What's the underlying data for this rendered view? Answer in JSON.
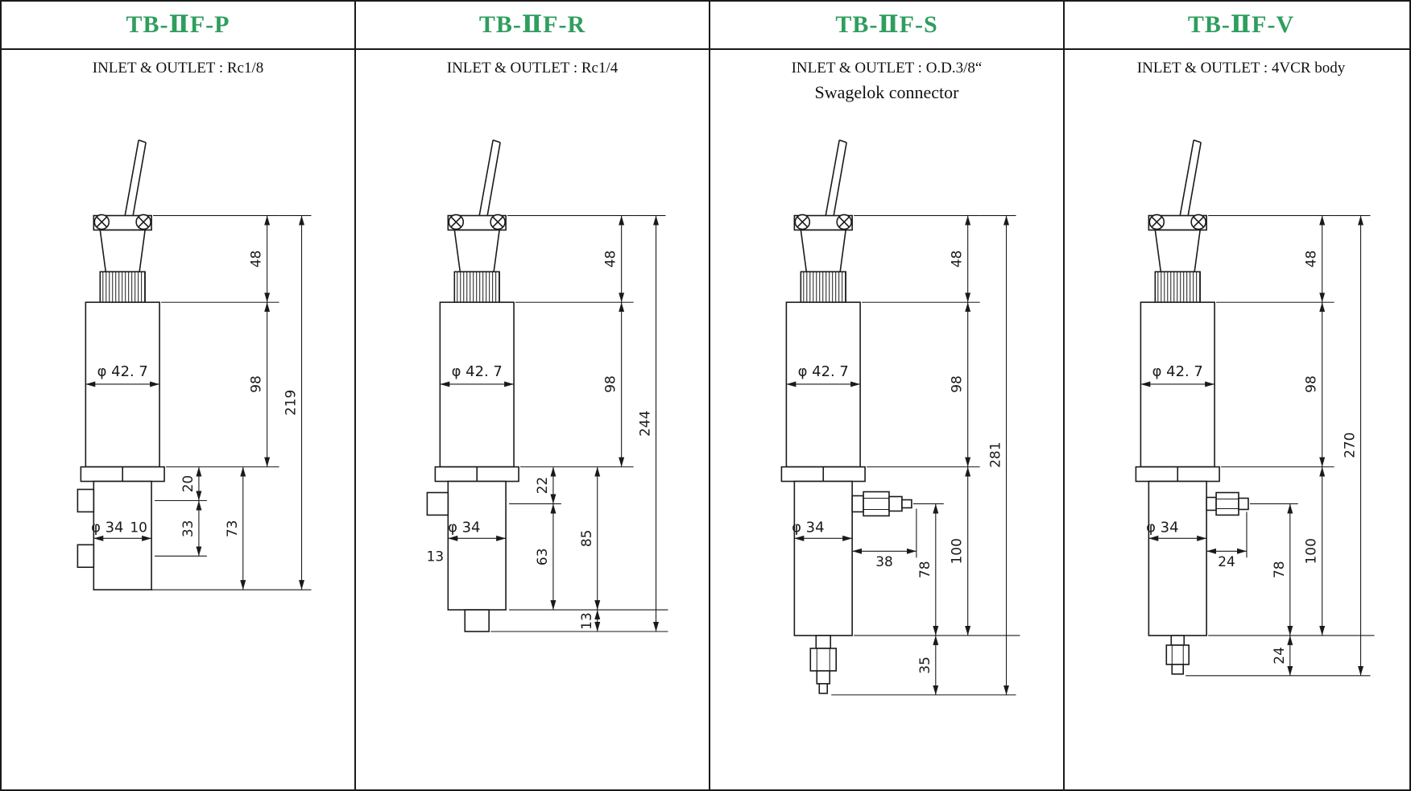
{
  "page": {
    "accent_green": "#2e9e5e",
    "line_color": "#1a1a1a",
    "background": "#ffffff"
  },
  "columns": [
    {
      "title": "TB-ⅡF-P",
      "subtitle": "INLET & OUTLET : Rc1/8",
      "dims": {
        "upper": "48",
        "body": "98",
        "total": "219",
        "body_dia": "φ 42. 7",
        "lower_dia": "φ 34",
        "port_len": "10",
        "port_top": "20",
        "port_pitch": "33",
        "lower_len": "73"
      }
    },
    {
      "title": "TB-ⅡF-R",
      "subtitle": "INLET & OUTLET : Rc1/4",
      "dims": {
        "upper": "48",
        "body": "98",
        "total": "244",
        "body_dia": "φ 42. 7",
        "lower_dia": "φ 34",
        "port_len": "13",
        "port_top": "22",
        "port_bottom": "63",
        "lower_len": "85",
        "stub_len": "13"
      }
    },
    {
      "title": "TB-ⅡF-S",
      "subtitle": "INLET & OUTLET : O.D.3/8“",
      "subtitle2": "Swagelok connector",
      "dims": {
        "upper": "48",
        "body": "98",
        "total": "281",
        "body_dia": "φ 42. 7",
        "lower_dia": "φ 34",
        "fitting_len": "38",
        "port_bottom": "78",
        "lower_len": "100",
        "bottom_len": "35"
      }
    },
    {
      "title": "TB-ⅡF-V",
      "subtitle": "INLET & OUTLET : 4VCR body",
      "dims": {
        "upper": "48",
        "body": "98",
        "total": "270",
        "body_dia": "φ 42. 7",
        "lower_dia": "φ 34",
        "fitting_len": "24",
        "port_bottom": "78",
        "lower_len": "100",
        "bottom_len": "24"
      }
    }
  ]
}
